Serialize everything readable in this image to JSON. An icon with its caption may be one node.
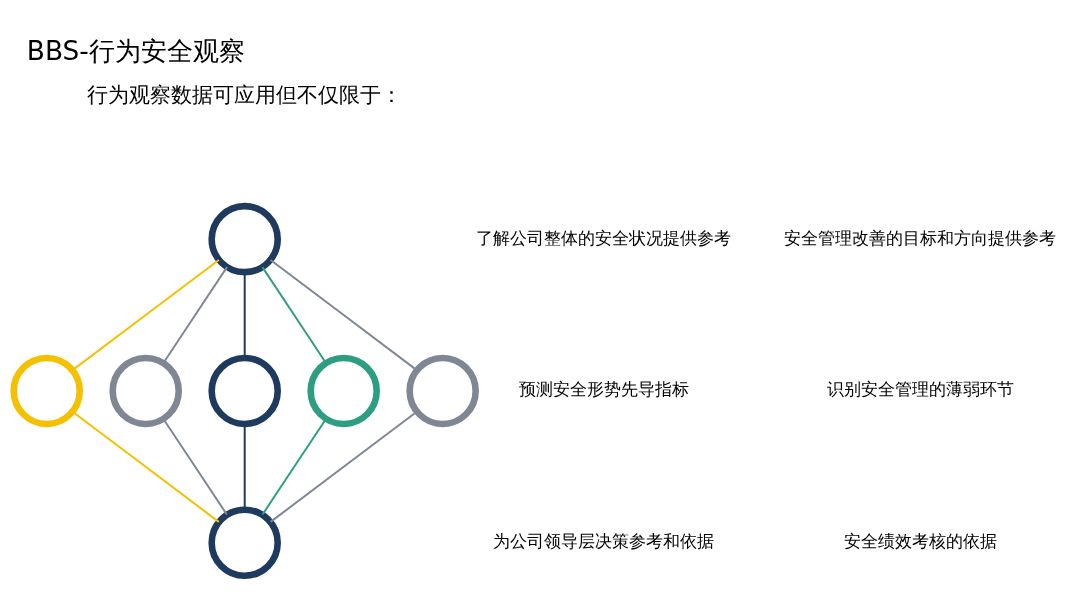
{
  "diagram": {
    "title": "BBS-行为安全观察",
    "nodes": [
      {
        "text": [],
        "shape": "circle"
      },
      {
        "text": [],
        "shape": "circle"
      },
      {
        "text": [],
        "shape": "circle"
      },
      {
        "text": [],
        "shape": "circle"
      },
      {
        "text": [],
        "shape": "circle"
      },
      {
        "text": [],
        "shape": "circle"
      },
      {
        "text": [],
        "shape": "circle"
      }
    ],
    "edges": [
      {
        "from": 0,
        "to": 1,
        "arrow": "none",
        "color": "#f5c000"
      },
      {
        "from": 0,
        "to": 2,
        "arrow": "none"
      },
      {
        "from": 0,
        "to": 3,
        "arrow": "none",
        "color": "#1f3a5f"
      },
      {
        "from": 0,
        "to": 4,
        "arrow": "none",
        "color": "#2e9e82"
      },
      {
        "from": 0,
        "to": 5,
        "arrow": "none"
      },
      {
        "from": 1,
        "to": 6,
        "arrow": "none",
        "color": "#f5c000"
      },
      {
        "from": 2,
        "to": 6,
        "arrow": "none"
      },
      {
        "from": 3,
        "to": 6,
        "arrow": "none",
        "color": "#1f3a5f"
      },
      {
        "from": 4,
        "to": 6,
        "arrow": "none",
        "color": "#2e9e82"
      },
      {
        "from": 5,
        "to": 6,
        "arrow": "none"
      }
    ],
    "labels": [
      "行为观察数据可应用但不仅限于：",
      "了解公司整体的安全状况提供参考",
      "安全管理改善的目标和方向提供参考",
      "预测安全形势先导指标",
      "识别安全管理的薄弱环节",
      "为公司领导层决策参考和依据",
      "安全绩效考核的依据"
    ]
  }
}
